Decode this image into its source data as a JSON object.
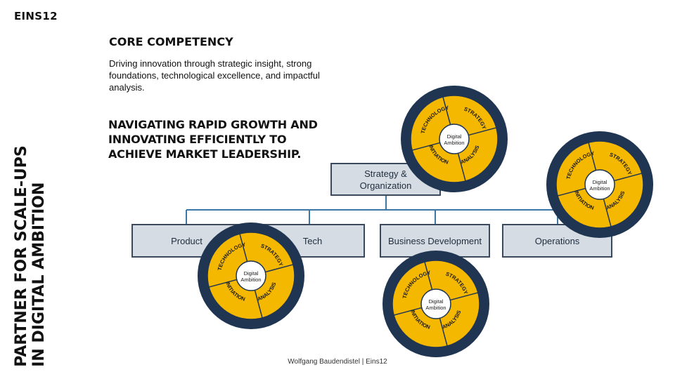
{
  "logo": "EINS12",
  "side_title": [
    "PARTNER FOR SCALE-UPS",
    "IN DIGITAL AMBITION"
  ],
  "heading": "CORE COMPETENCY",
  "description": "Driving innovation through strategic insight, strong foundations, technological excellence, and impactful analysis.",
  "headline": "NAVIGATING RAPID GROWTH AND INNOVATING EFFICIENTLY TO ACHIEVE MARKET LEADERSHIP.",
  "org": {
    "root": "Strategy & Organization",
    "children": [
      "Product",
      "Tech",
      "Business Development",
      "Operations"
    ]
  },
  "wheel": {
    "center": [
      "Digital",
      "Ambition"
    ],
    "segments": [
      "STRATEGY",
      "ANALYSIS",
      "INITIATION",
      "TECHNOLOGY"
    ]
  },
  "colors": {
    "box_fill": "#d6dce4",
    "box_border": "#3a4a5c",
    "connector": "#3b78a8",
    "wheel_ring": "#1f3552",
    "wheel_segment": "#f5b800"
  },
  "footer": "Wolfgang Baudendistel | Eins12"
}
